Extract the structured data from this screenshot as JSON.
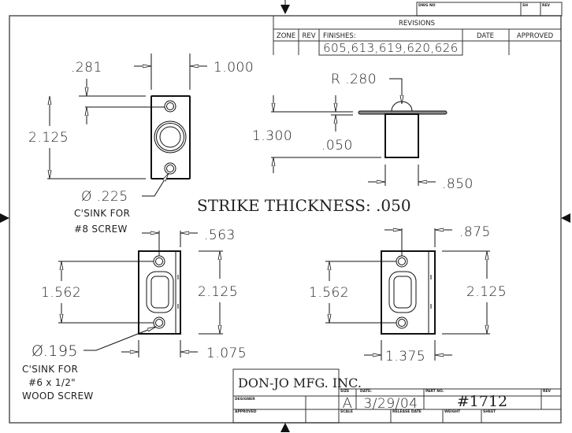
{
  "title_block_top": {
    "dwg_no_label": "DWG NO",
    "sh_label": "SH",
    "rev_label": "REV"
  },
  "revisions": {
    "title": "REVISIONS",
    "columns": [
      "ZONE",
      "REV",
      "FINISHES:",
      "DATE",
      "APPROVED"
    ],
    "finishes_value": "605,613,619,620,626"
  },
  "views": {
    "top_left": {
      "dim_hole_offset": ".281",
      "dim_width": "1.000",
      "dim_height": "2.125",
      "hole_note_1": "Ø .225",
      "hole_note_2": "C'SINK FOR",
      "hole_note_3": "#8 SCREW"
    },
    "side": {
      "dim_radius": "R .280",
      "dim_height": "1.300",
      "dim_thickness": ".050",
      "dim_width": ".850"
    },
    "strike_note": "STRIKE THICKNESS: .050",
    "bottom_left": {
      "dim_hole_offset": ".563",
      "dim_hole_spacing": "1.562",
      "dim_height": "2.125",
      "dim_width": "1.075",
      "hole_note_1": "Ø.195",
      "hole_note_2": "C'SINK FOR",
      "hole_note_3": "#6 x 1/2\"",
      "hole_note_4": "WOOD SCREW"
    },
    "bottom_right": {
      "dim_hole_offset": ".875",
      "dim_hole_spacing": "1.562",
      "dim_height": "2.125",
      "dim_width": "1.375"
    }
  },
  "title_block": {
    "company": "DON-JO MFG. INC.",
    "designer_label": "DESIGNER",
    "approved_label": "APPROVED",
    "size_label": "SIZE",
    "size_value": "A",
    "date_label": "DATE:",
    "date_value": "3/29/04",
    "part_no_label": "PART NO.",
    "part_no_value": "#1712",
    "rev_label": "REV",
    "scale_label": "SCALE",
    "release_date_label": "RELEASE DATE",
    "weight_label": "WEIGHT",
    "sheet_label": "SHEET"
  }
}
